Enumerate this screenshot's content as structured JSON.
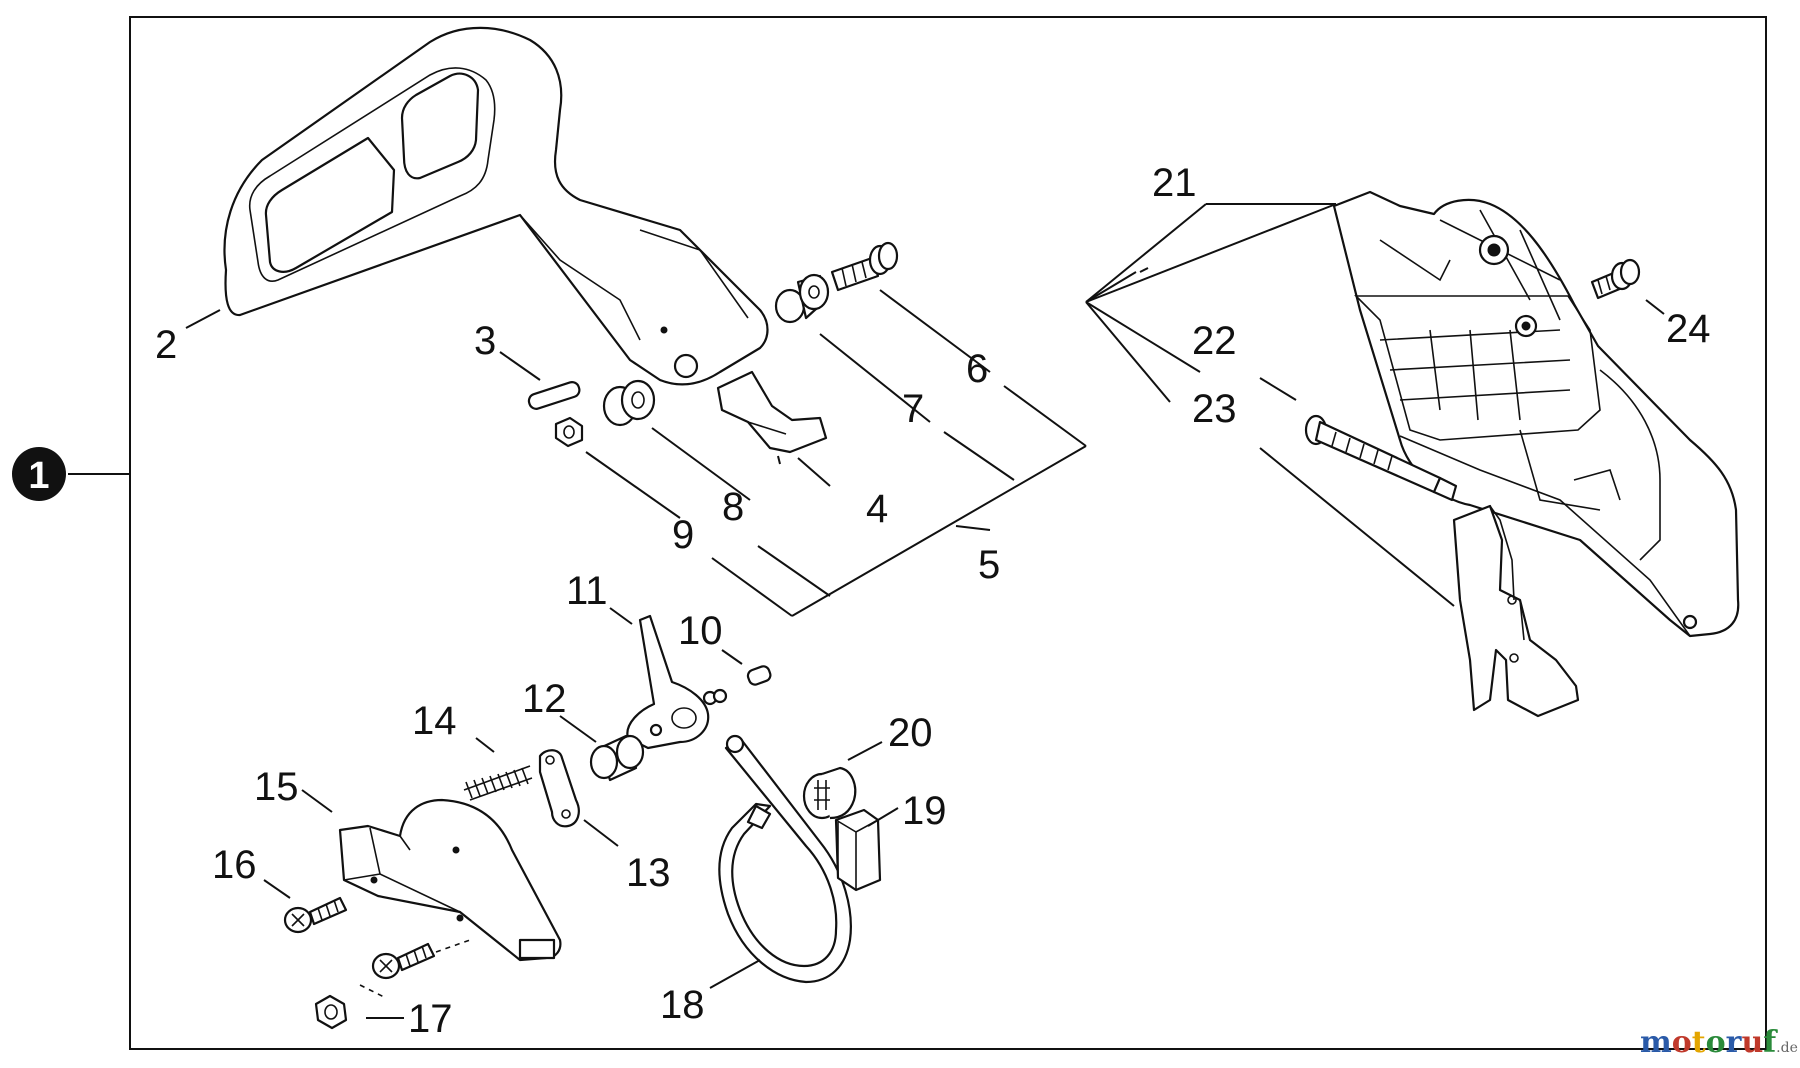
{
  "assembly_number": "1",
  "callouts": [
    "2",
    "3",
    "4",
    "5",
    "6",
    "7",
    "8",
    "9",
    "10",
    "11",
    "12",
    "13",
    "14",
    "15",
    "16",
    "17",
    "18",
    "19",
    "20",
    "21",
    "22",
    "23",
    "24"
  ],
  "watermark": {
    "letters": [
      "m",
      "o",
      "t",
      "o",
      "r",
      "u",
      "f"
    ],
    "letter_colors": [
      "#2a5aa8",
      "#c0392b",
      "#e3a500",
      "#2a8a3a",
      "#2a5aa8",
      "#c0392b",
      "#2a8a3a"
    ],
    "suffix": ".de",
    "suffix_color": "#666666"
  }
}
